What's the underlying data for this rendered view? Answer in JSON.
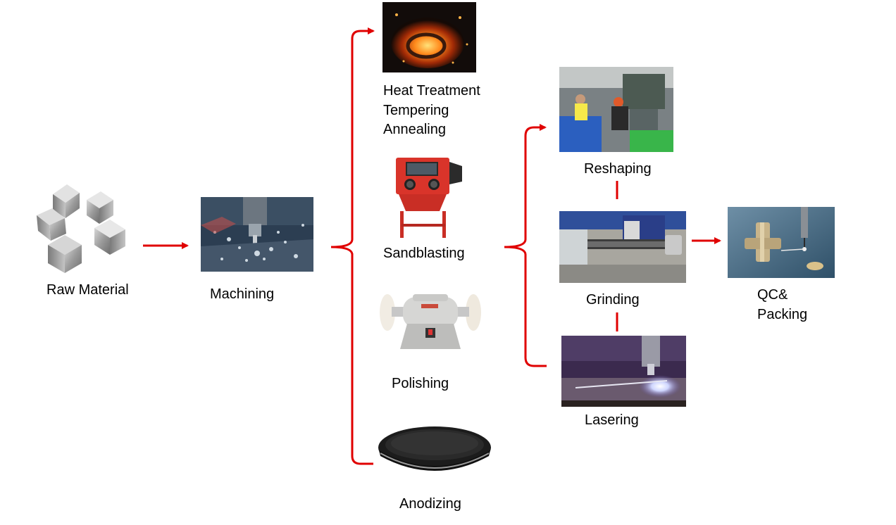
{
  "colors": {
    "connector": "#e00000",
    "text": "#000000",
    "background": "#ffffff"
  },
  "steps": {
    "raw_material": {
      "label": "Raw Material",
      "icon": "metal-cubes-icon"
    },
    "machining": {
      "label": "Machining",
      "icon": "cnc-milling-icon"
    },
    "heat_treatment": {
      "lines": [
        "Heat Treatment",
        "Tempering",
        "Annealing"
      ],
      "icon": "fire-icon"
    },
    "sandblasting": {
      "label": "Sandblasting",
      "icon": "sandblast-cabinet-icon"
    },
    "polishing": {
      "label": "Polishing",
      "icon": "bench-polisher-icon"
    },
    "anodizing": {
      "label": "Anodizing",
      "icon": "anodized-pan-icon"
    },
    "reshaping": {
      "label": "Reshaping",
      "icon": "workshop-icon"
    },
    "grinding": {
      "label": "Grinding",
      "icon": "grinding-machine-icon"
    },
    "lasering": {
      "label": "Lasering",
      "icon": "laser-cutter-icon"
    },
    "qc_packing": {
      "lines": [
        "QC&",
        "Packing"
      ],
      "icon": "inspection-probe-icon"
    }
  }
}
